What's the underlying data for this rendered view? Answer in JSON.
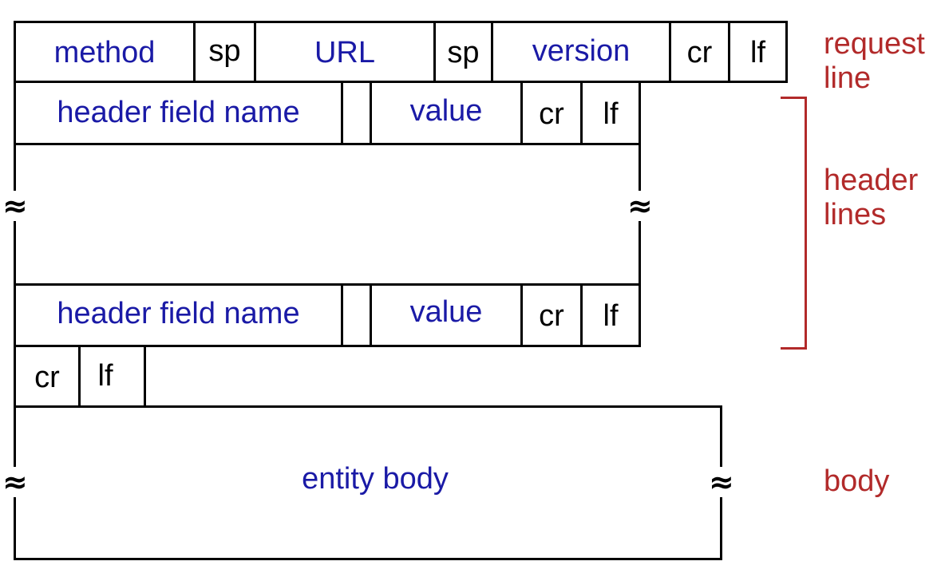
{
  "request_line": {
    "method": "method",
    "sp1": "sp",
    "url": "URL",
    "sp2": "sp",
    "version": "version",
    "cr": "cr",
    "lf": "lf"
  },
  "header_line_1": {
    "name": "header field name",
    "value": "value",
    "cr": "cr",
    "lf": "lf"
  },
  "header_line_2": {
    "name": "header field name",
    "value": "value",
    "cr": "cr",
    "lf": "lf"
  },
  "blank_line": {
    "cr": "cr",
    "lf": "lf"
  },
  "body": {
    "label": "entity body"
  },
  "labels": {
    "request_line": [
      "request",
      "line"
    ],
    "header_lines": [
      "header",
      "lines"
    ],
    "body": "body"
  },
  "colors": {
    "field_text": "#1a1aa6",
    "label_text": "#b22a2a",
    "border": "#000000"
  }
}
